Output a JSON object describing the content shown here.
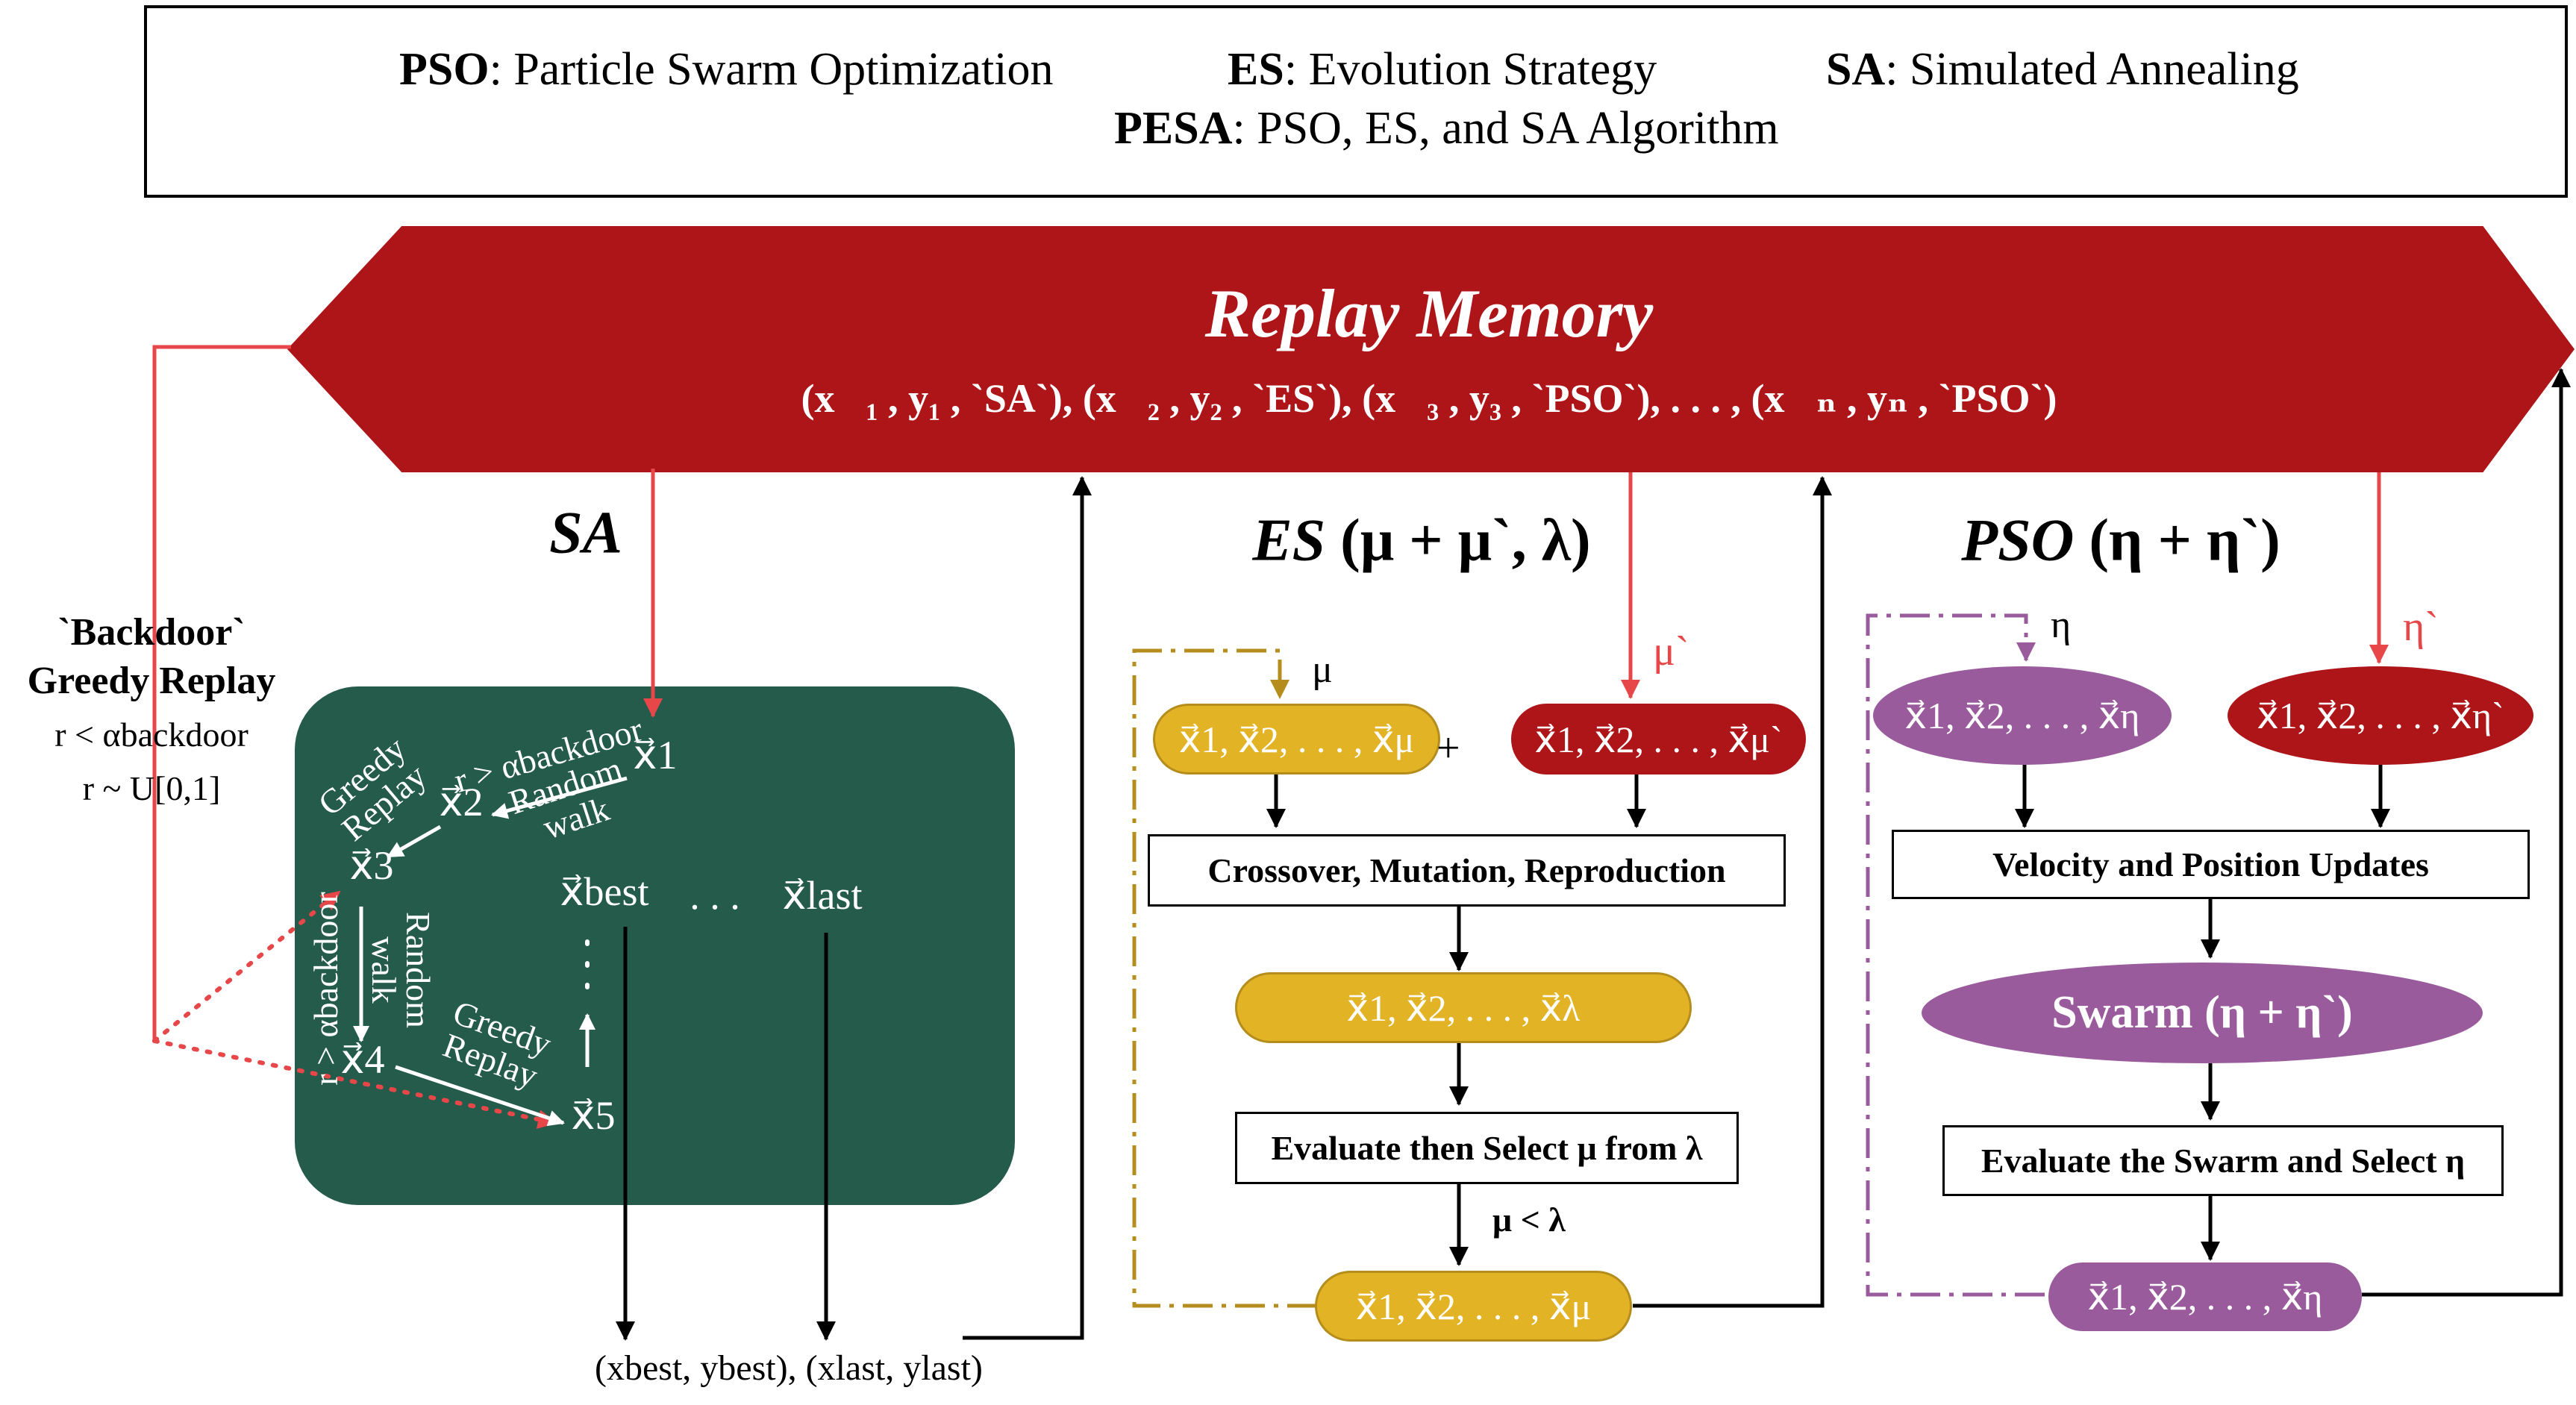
{
  "legend": {
    "pso_abbr": "PSO",
    "pso_def": ": Particle Swarm Optimization",
    "es_abbr": "ES",
    "es_def": ": Evolution Strategy",
    "sa_abbr": "SA",
    "sa_def": ": Simulated Annealing",
    "pesa_abbr": "PESA",
    "pesa_def": ": PSO, ES, and SA Algorithm"
  },
  "replay_memory": {
    "title": "Replay Memory",
    "tuples": "(x⃗₁ , y₁ , `SA`),  (x⃗₂ , y₂ , `ES`), (x⃗₃ , y₃ , `PSO`), .  .  . , (x⃗ₙ , yₙ , `PSO`)"
  },
  "backdoor": {
    "title_line1": "`Backdoor`",
    "title_line2": "Greedy Replay",
    "cond1": "r < αbackdoor",
    "cond2": "r ~ U[0,1]"
  },
  "sa": {
    "title": "SA",
    "x1": "x⃗1",
    "x2": "x⃗2",
    "x3": "x⃗3",
    "x4": "x⃗4",
    "x5": "x⃗5",
    "x_best": "x⃗best",
    "x_last": "x⃗last",
    "dots_h": ".   .   .",
    "cond_top": "r > αbackdoor",
    "cond_left": "r > αbackdoor",
    "random_walk_1": "Random walk",
    "random_walk_2": "Random walk",
    "greedy_replay_1": "Greedy Replay",
    "greedy_replay_2": "Greedy Replay",
    "output": "(xbest, ybest), (xlast, ylast)"
  },
  "es": {
    "title_italic": "ES",
    "title_rest": " (μ + μ`, λ)",
    "mu": "μ",
    "mu_prime": "μ`",
    "plus": "+",
    "pop_mu": "x⃗1, x⃗2, . . . , x⃗μ",
    "pop_mu_prime": "x⃗1, x⃗2, . . . , x⃗μ`",
    "step1": "Crossover, Mutation, Reproduction",
    "pop_lambda": "x⃗1, x⃗2, . . . , x⃗λ",
    "step2": "Evaluate then Select μ from λ",
    "cond": "μ < λ",
    "pop_out": "x⃗1, x⃗2, . . . , x⃗μ"
  },
  "pso": {
    "title_italic": "PSO",
    "title_rest": " (η  + η`)",
    "eta": "η",
    "eta_prime": "η`",
    "pop_eta": "x⃗1, x⃗2, . . . , x⃗η",
    "pop_eta_prime": "x⃗1, x⃗2, . . . , x⃗η`",
    "step1": "Velocity and Position Updates",
    "swarm": "Swarm (η  + η`)",
    "step2": "Evaluate the Swarm and Select η",
    "pop_out": "x⃗1, x⃗2, . . . , x⃗η"
  },
  "colors": {
    "replay_red": "#ad1519",
    "sa_green": "#255b4b",
    "es_yellow": "#e3b326",
    "pso_purple": "#9a5b9d",
    "link_red": "#e8474a"
  }
}
